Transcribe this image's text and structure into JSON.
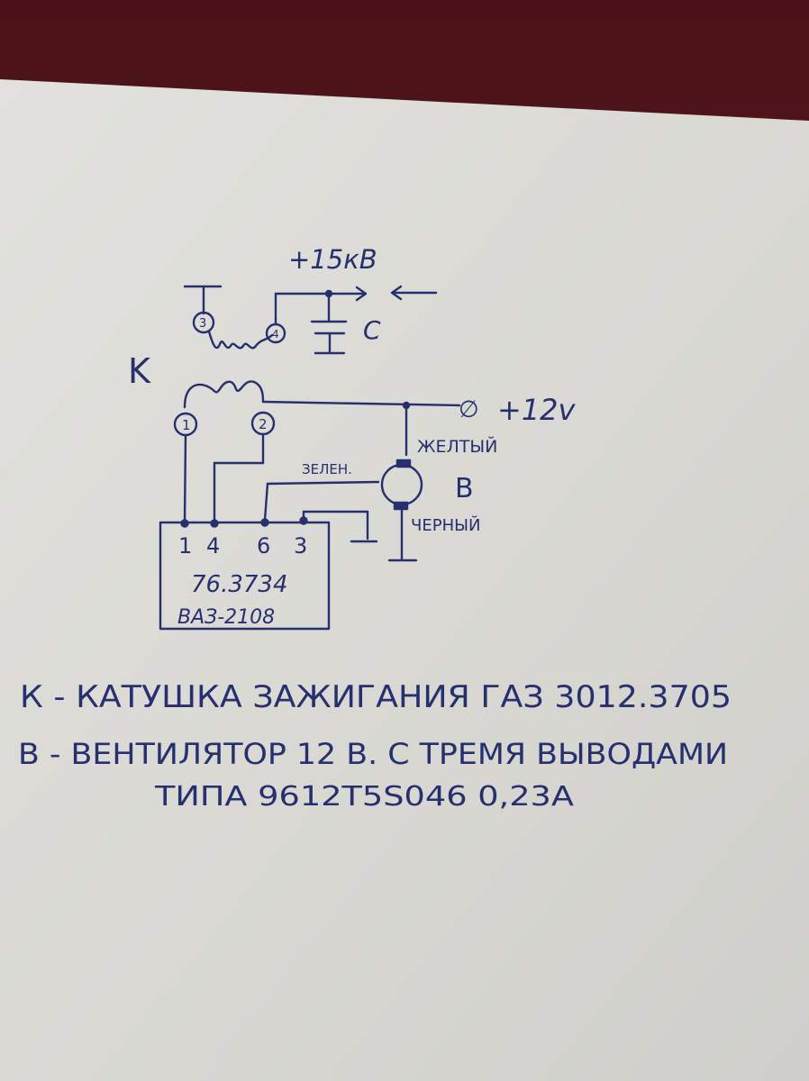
{
  "colors": {
    "backdrop": "#5a1a22",
    "paper": "#dcdbd7",
    "ink": "#26306e"
  },
  "diagram": {
    "hv_label": "+15кВ",
    "capacitor_label": "C",
    "coil_label": "K",
    "coil_terminal_3": "3",
    "coil_terminal_4": "4",
    "coil_terminal_1": "1",
    "coil_terminal_2": "2",
    "supply_label": "+12v",
    "supply_terminal": "∅",
    "yellow_wire": "ЖЕЛТЫЙ",
    "green_wire": "ЗЕЛЕН.",
    "black_wire": "ЧЕРНЫЙ",
    "fan_label": "B",
    "module": {
      "pins": [
        "1",
        "4",
        "6",
        "3"
      ],
      "part_number": "76.3734",
      "model": "ВАЗ-2108"
    }
  },
  "legend": {
    "line1": "К - КАТУШКА ЗАЖИГАНИЯ ГАЗ 3012.3705",
    "line2": "В - ВЕНТИЛЯТОР 12 В. С ТРЕМЯ ВЫВОДАМИ",
    "line3": "ТИПА 9612Т5S046 0,23А"
  }
}
